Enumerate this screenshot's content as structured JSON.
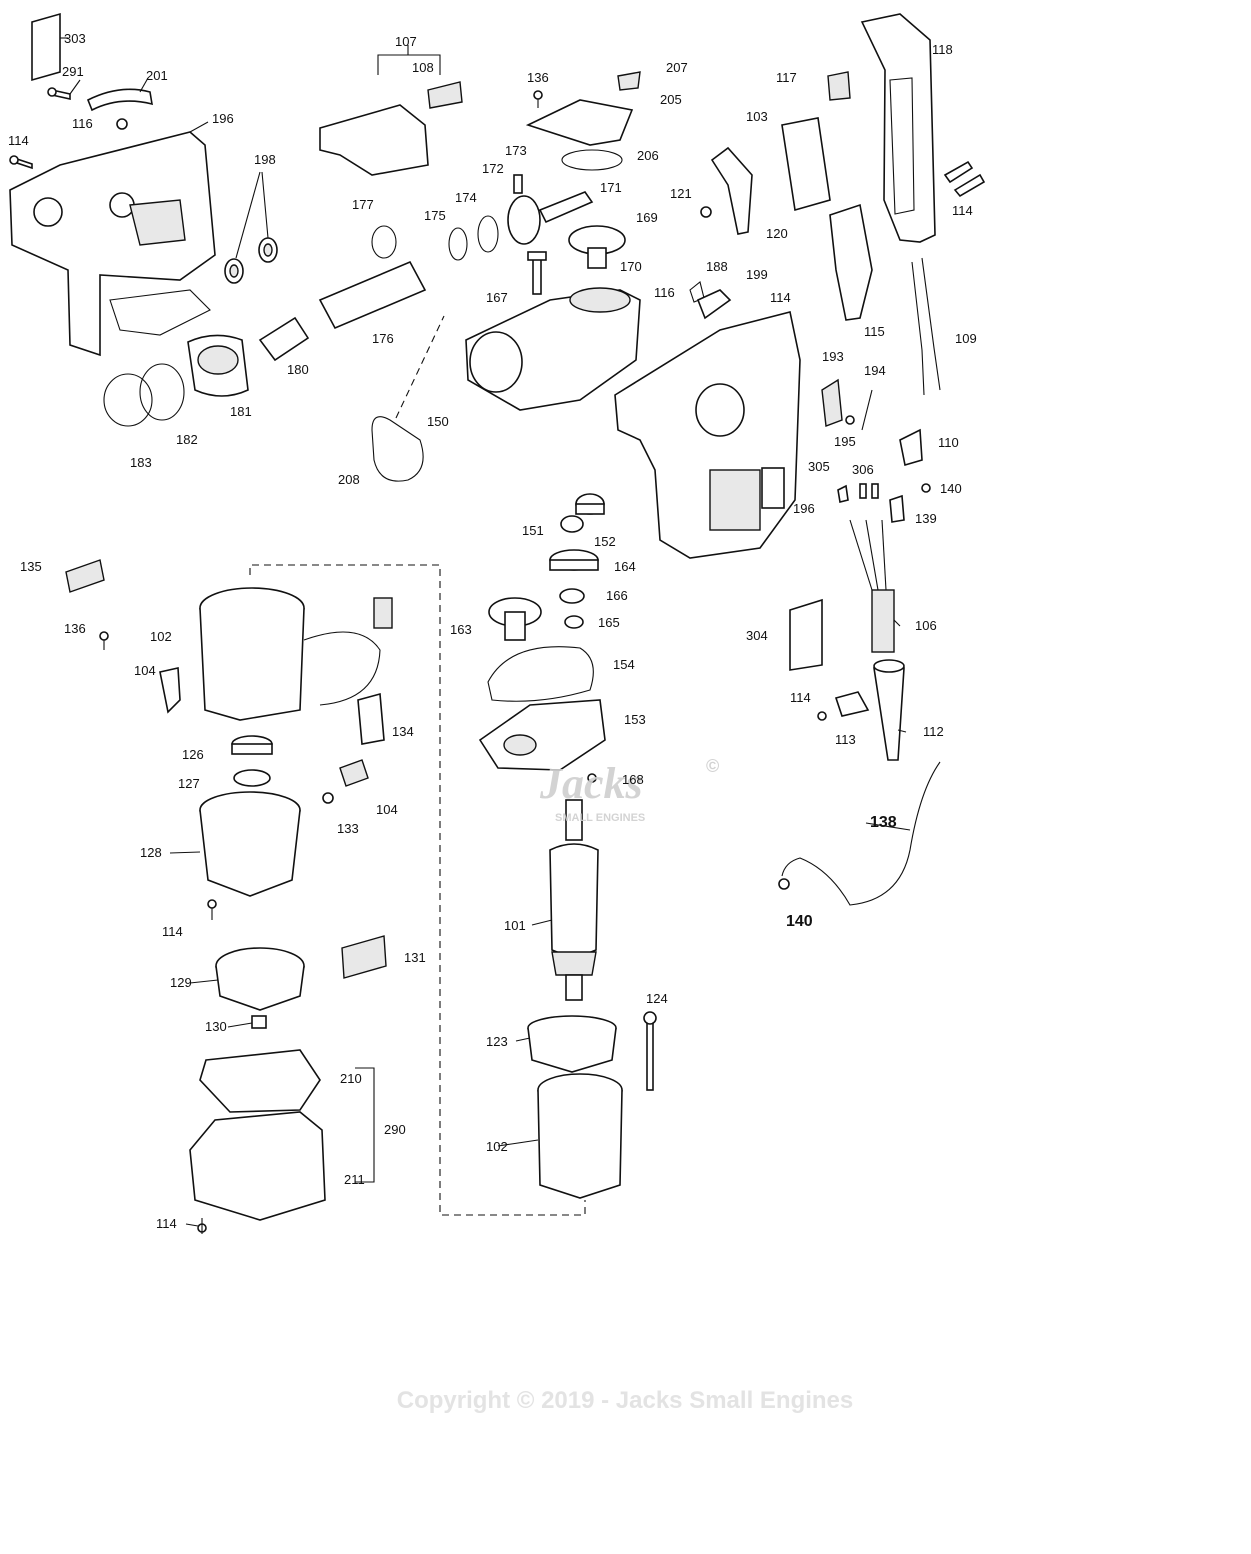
{
  "callouts": [
    "303",
    "291",
    "201",
    "114",
    "116",
    "196",
    "198",
    "107",
    "108",
    "136",
    "207",
    "205",
    "206",
    "173",
    "172",
    "171",
    "174",
    "175",
    "177",
    "169",
    "170",
    "167",
    "176",
    "180",
    "181",
    "182",
    "183",
    "150",
    "208",
    "121",
    "120",
    "117",
    "103",
    "118",
    "114",
    "188",
    "199",
    "116",
    "114",
    "115",
    "109",
    "193",
    "194",
    "195",
    "110",
    "305",
    "306",
    "140",
    "139",
    "196",
    "106",
    "304",
    "112",
    "113",
    "114",
    "138",
    "140",
    "135",
    "136",
    "102",
    "104",
    "126",
    "127",
    "128",
    "114",
    "129",
    "130",
    "210",
    "290",
    "211",
    "114",
    "134",
    "104",
    "133",
    "131",
    "151",
    "152",
    "164",
    "166",
    "163",
    "165",
    "154",
    "153",
    "168",
    "101",
    "124",
    "123",
    "102"
  ],
  "watermark": {
    "brand": "Jacks",
    "tagline": "SMALL ENGINES",
    "mark": "©"
  },
  "copyright": "Copyright © 2019 - Jacks Small Engines"
}
